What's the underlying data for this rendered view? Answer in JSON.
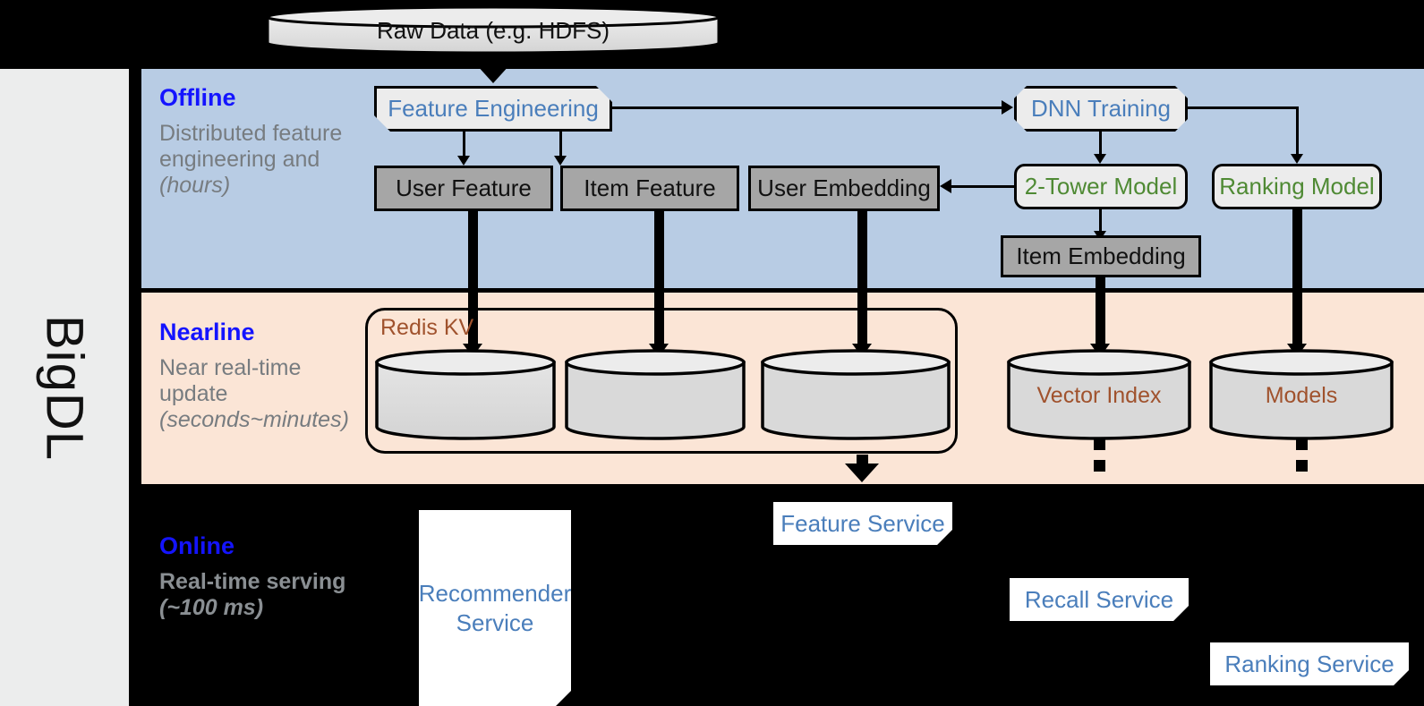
{
  "sidebar": {
    "brand": "BigDL"
  },
  "top": {
    "raw_data_label": "Raw Data (e.g. HDFS)"
  },
  "bands": [
    {
      "id": "offline",
      "title": "Offline",
      "subtitle": "Distributed feature engineering and ",
      "subtitle_italic": "(hours)",
      "background": "#b8cce4"
    },
    {
      "id": "nearline",
      "title": "Nearline",
      "subtitle": "Near real-time update ",
      "subtitle_italic": "(seconds~minutes)",
      "background": "#fbe5d6"
    },
    {
      "id": "online",
      "title": "Online",
      "subtitle": "Real-time serving ",
      "subtitle_italic": "(~100 ms)",
      "background": "#000000"
    }
  ],
  "offline": {
    "feature_engineering": "Feature Engineering",
    "dnn_training": "DNN Training",
    "user_feature": "User Feature",
    "item_feature": "Item Feature",
    "user_embedding": "User Embedding",
    "two_tower_model": "2-Tower Model",
    "ranking_model": "Ranking Model",
    "item_embedding": "Item Embedding"
  },
  "nearline": {
    "redis_kv": "Redis KV",
    "vector_index": "Vector Index",
    "models": "Models",
    "redis_cylinders": [
      "",
      "",
      ""
    ]
  },
  "online": {
    "recommender_service": "Recommender Service",
    "feature_service": "Feature Service",
    "recall_service": "Recall Service",
    "ranking_service": "Ranking Service"
  },
  "colors": {
    "offline_band": "#b8cce4",
    "nearline_band": "#fbe5d6",
    "online_band": "#000000",
    "band_title": "#1414ff",
    "band_subtitle": "#777c80",
    "gray_box": "#a6a6a6",
    "model_box": "#ececec",
    "green_text": "#4f8a34",
    "blue_text": "#4a7ebb",
    "brown_text": "#a0522d",
    "cylinder_fill": "#d9d9d9",
    "sidebar": "#eceded"
  }
}
